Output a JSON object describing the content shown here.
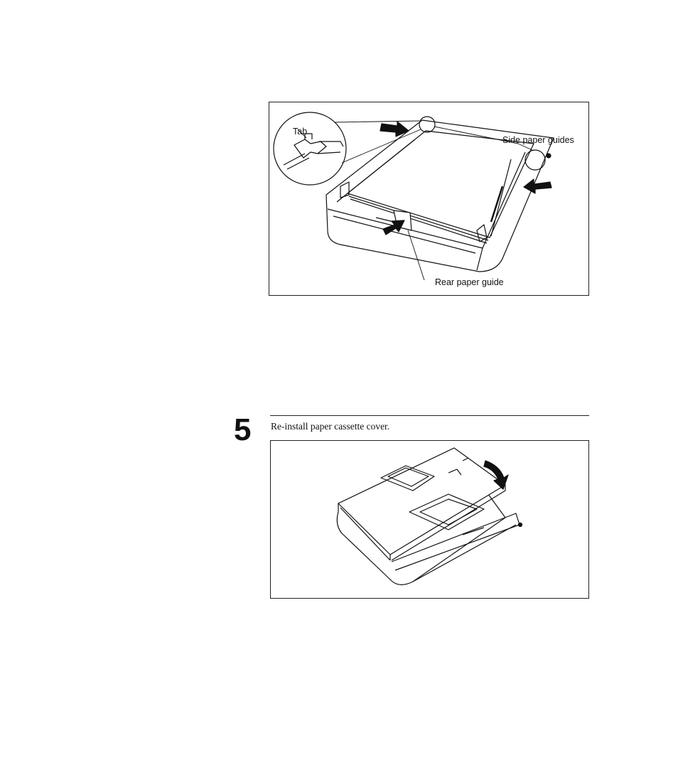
{
  "figure1": {
    "labels": {
      "tab": "Tab",
      "side_paper_guides": "Side paper guides",
      "rear_paper_guide": "Rear paper guide"
    }
  },
  "step": {
    "number": "5",
    "instruction": "Re-install paper cassette cover."
  }
}
